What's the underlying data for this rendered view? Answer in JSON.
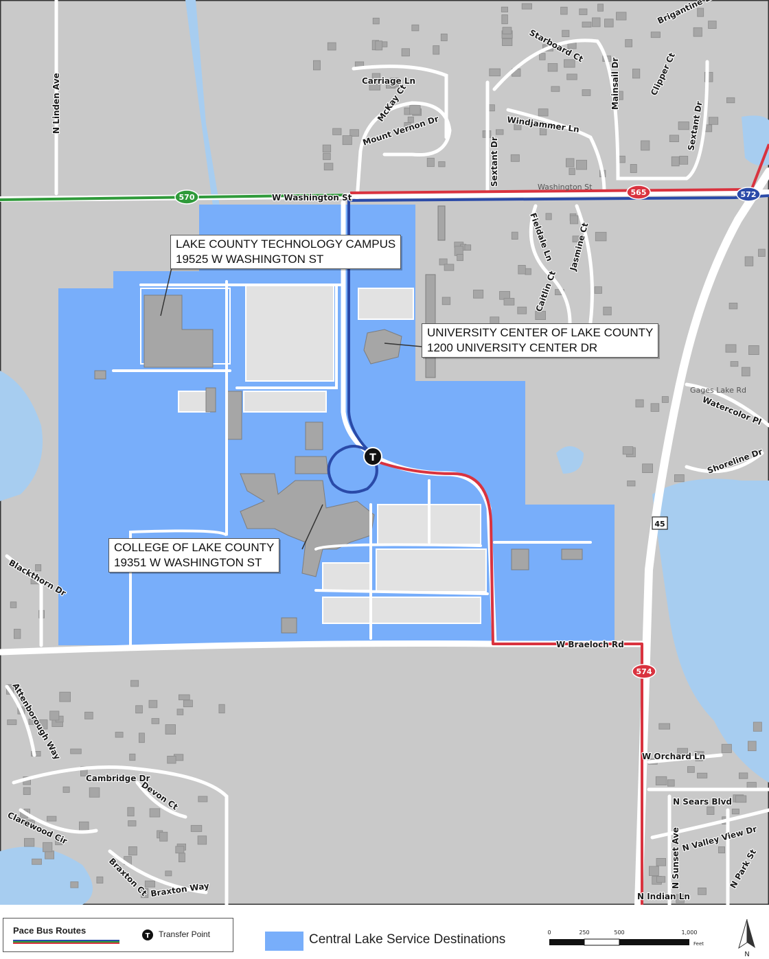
{
  "streets": {
    "n_linden": "N Linden Ave",
    "carriage": "Carriage Ln",
    "mckay": "McKay Ct",
    "mount_vernon": "Mount Vernon Dr",
    "starboard": "Starboard Ct",
    "brigantine": "Brigantine Ln",
    "mainsail": "Mainsail Dr",
    "clipper": "Clipper Ct",
    "sextant_r": "Sextant Dr",
    "windjammer": "Windjammer Ln",
    "sextant_l": "Sextant Dr",
    "w_washington": "W Washington St",
    "washington": "Washington St",
    "fieldale": "Fieldale Ln",
    "jasmine": "Jasmine Ct",
    "caitlin": "Caitlin Ct",
    "gages_lake": "Gages Lake Rd",
    "watercolor": "Watercolor Pl",
    "shoreline": "Shoreline Dr",
    "blackthorn": "Blackthorn Dr",
    "w_braeloch": "W Braeloch Rd",
    "attenborough": "Attenborough Way",
    "cambridge": "Cambridge Dr",
    "devon": "Devon Ct",
    "clarewood": "Clarewood Cir",
    "braxton_ct": "Braxton Ct",
    "braxton_way": "Braxton Way",
    "w_orchard": "W Orchard Ln",
    "n_sears": "N Sears Blvd",
    "n_valley_view": "N Valley View Dr",
    "n_sunset": "N Sunset Ave",
    "n_park": "N Park St",
    "n_indian": "N Indian Ln"
  },
  "shields": {
    "r570": "570",
    "r565": "565",
    "r572": "572",
    "r574": "574",
    "us45": "45"
  },
  "transfer_glyph": "T",
  "callouts": {
    "tech_campus": {
      "line1": "LAKE COUNTY TECHNOLOGY CAMPUS",
      "line2": "19525 W WASHINGTON ST"
    },
    "university_center": {
      "line1": "UNIVERSITY CENTER OF LAKE COUNTY",
      "line2": "1200 UNIVERSITY CENTER DR"
    },
    "college": {
      "line1": "COLLEGE OF LAKE COUNTY",
      "line2": "19351 W WASHINGTON ST"
    }
  },
  "legend": {
    "routes_title": "Pace Bus Routes",
    "transfer_label": "Transfer Point",
    "destinations_label": "Central Lake Service Destinations",
    "scale_ticks": [
      "0",
      "250",
      "500",
      "1,000"
    ],
    "scale_unit": "Feet",
    "north_label": "N"
  },
  "colors": {
    "land": "#c9c9c9",
    "water": "#a7cdf0",
    "destination": "#78aefa",
    "building": "#a6a6a6",
    "road": "#ffffff",
    "route_red": "#d9333f",
    "route_blue": "#2a4aa8",
    "route_green": "#2f9a3a"
  }
}
